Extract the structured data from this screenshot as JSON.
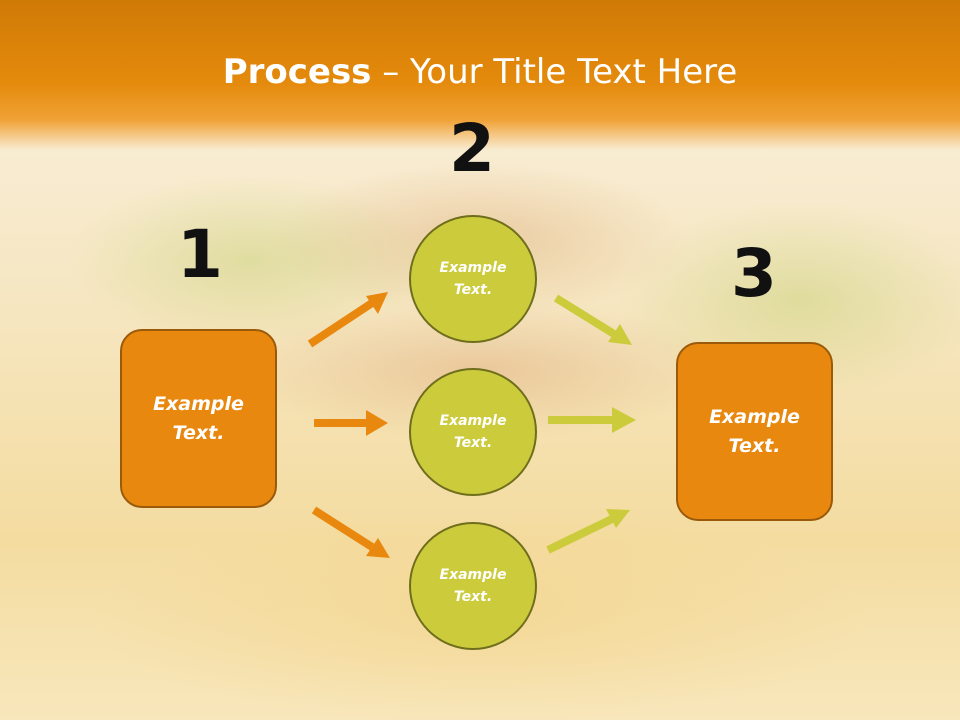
{
  "title": {
    "strong": "Process",
    "rest": " – Your Title Text Here"
  },
  "steps": [
    "1",
    "2",
    "3"
  ],
  "nodes": {
    "left_box": "Example Text.",
    "circle_top": "Example Text.",
    "circle_middle": "Example Text.",
    "circle_bottom": "Example Text.",
    "right_box": "Example Text."
  },
  "colors": {
    "header": "#e48a0c",
    "box": "#e8880f",
    "circle": "#cccb3c",
    "arrow_orange": "#e8880f",
    "arrow_green": "#cccb3c"
  }
}
